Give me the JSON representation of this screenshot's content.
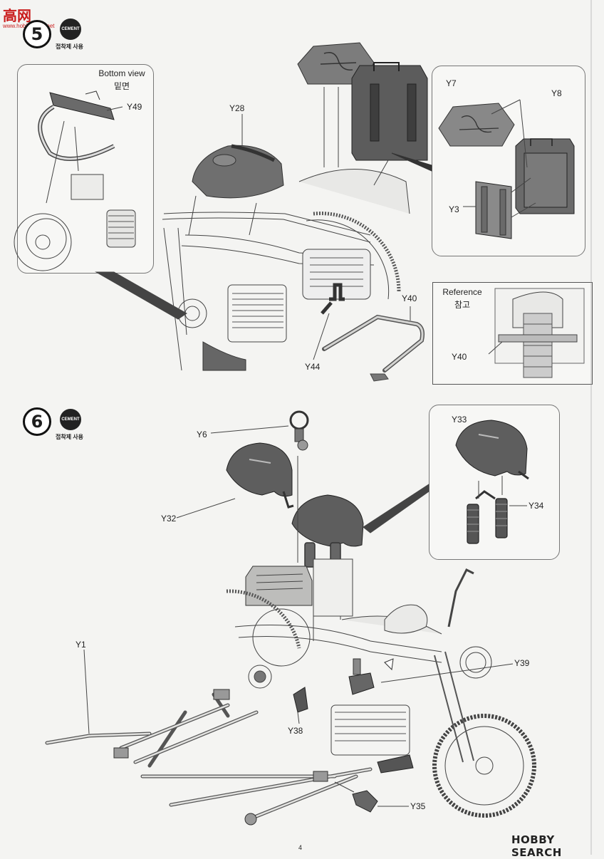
{
  "header_logo": {
    "chars": "高",
    "second": "网",
    "url": "www.hobbyshow.net"
  },
  "step5": {
    "number": "5",
    "cement_badge": "CEMENT",
    "cement_label": "접착제 사용",
    "bottom_view": {
      "title": "Bottom view",
      "subtitle": "밑면",
      "part": "Y49"
    },
    "parts": {
      "tank": "Y28",
      "stand_main": "Y40",
      "lever": "Y44"
    },
    "inset_box": {
      "parts": [
        "Y7",
        "Y8",
        "Y3"
      ]
    },
    "reference": {
      "title": "Reference",
      "subtitle": "참고",
      "part": "Y40"
    }
  },
  "step6": {
    "number": "6",
    "cement_badge": "CEMENT",
    "cement_label": "접착제 사용",
    "parts": {
      "ring": "Y6",
      "seat_front": "Y32",
      "frame": "Y1",
      "clamp": "Y38",
      "lamp": "Y39",
      "fitting": "Y35"
    },
    "inset_box": {
      "parts": [
        "Y33",
        "Y34"
      ]
    }
  },
  "footer": {
    "page": "4",
    "brand": "HOBBY SEARCH"
  }
}
